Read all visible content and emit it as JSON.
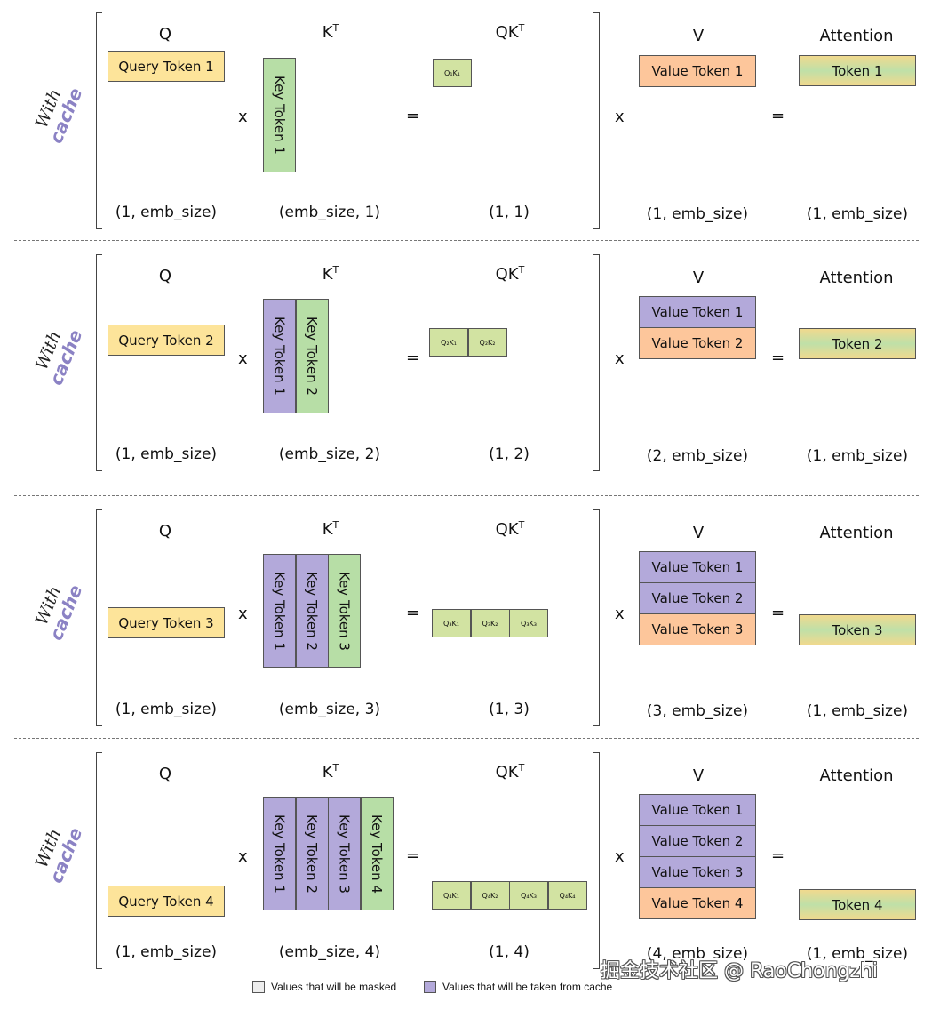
{
  "labels": {
    "with": "With",
    "cache": "cache",
    "q": "Q",
    "k_base": "K",
    "qk_base": "QK",
    "t_sup": "T",
    "v": "V",
    "attention": "Attention",
    "times": "x",
    "equals": "="
  },
  "panels": [
    {
      "query": "Query Token 1",
      "keys": [
        "Key Token 1"
      ],
      "qk": [
        "Q₁K₁"
      ],
      "values": [
        "Value Token 1"
      ],
      "attention": "Token 1",
      "dims": {
        "q": "(1, emb_size)",
        "k": "(emb_size, 1)",
        "qk": "(1, 1)",
        "v": "(1, emb_size)",
        "att": "(1, emb_size)"
      }
    },
    {
      "query": "Query Token 2",
      "keys": [
        "Key Token 1",
        "Key Token 2"
      ],
      "qk": [
        "Q₂K₁",
        "Q₂K₂"
      ],
      "values": [
        "Value Token 1",
        "Value Token 2"
      ],
      "attention": "Token 2",
      "dims": {
        "q": "(1, emb_size)",
        "k": "(emb_size, 2)",
        "qk": "(1, 2)",
        "v": "(2, emb_size)",
        "att": "(1, emb_size)"
      }
    },
    {
      "query": "Query Token 3",
      "keys": [
        "Key Token 1",
        "Key Token 2",
        "Key Token 3"
      ],
      "qk": [
        "Q₃K₁",
        "Q₃K₂",
        "Q₃K₃"
      ],
      "values": [
        "Value Token 1",
        "Value Token 2",
        "Value Token 3"
      ],
      "attention": "Token 3",
      "dims": {
        "q": "(1, emb_size)",
        "k": "(emb_size, 3)",
        "qk": "(1, 3)",
        "v": "(3, emb_size)",
        "att": "(1, emb_size)"
      }
    },
    {
      "query": "Query Token 4",
      "keys": [
        "Key Token 1",
        "Key Token 2",
        "Key Token 3",
        "Key Token 4"
      ],
      "qk": [
        "Q₄K₁",
        "Q₄K₂",
        "Q₄K₃",
        "Q₄K₄"
      ],
      "values": [
        "Value Token 1",
        "Value Token 2",
        "Value Token 3",
        "Value Token 4"
      ],
      "attention": "Token 4",
      "dims": {
        "q": "(1, emb_size)",
        "k": "(emb_size, 4)",
        "qk": "(1, 4)",
        "v": "(4, emb_size)",
        "att": "(1, emb_size)"
      }
    }
  ],
  "legend": {
    "masked": "Values that will be masked",
    "cached": "Values that will be taken from cache"
  },
  "colors": {
    "query": "#fde49a",
    "key_new": "#b7dea6",
    "cached": "#b3a9da",
    "value_new": "#fdc69b",
    "qk": "#d2e3a2",
    "masked": "#eeeeee",
    "cache_text": "#8b82c4"
  },
  "watermark": "掘金技术社区 @ RaoChongzhi"
}
